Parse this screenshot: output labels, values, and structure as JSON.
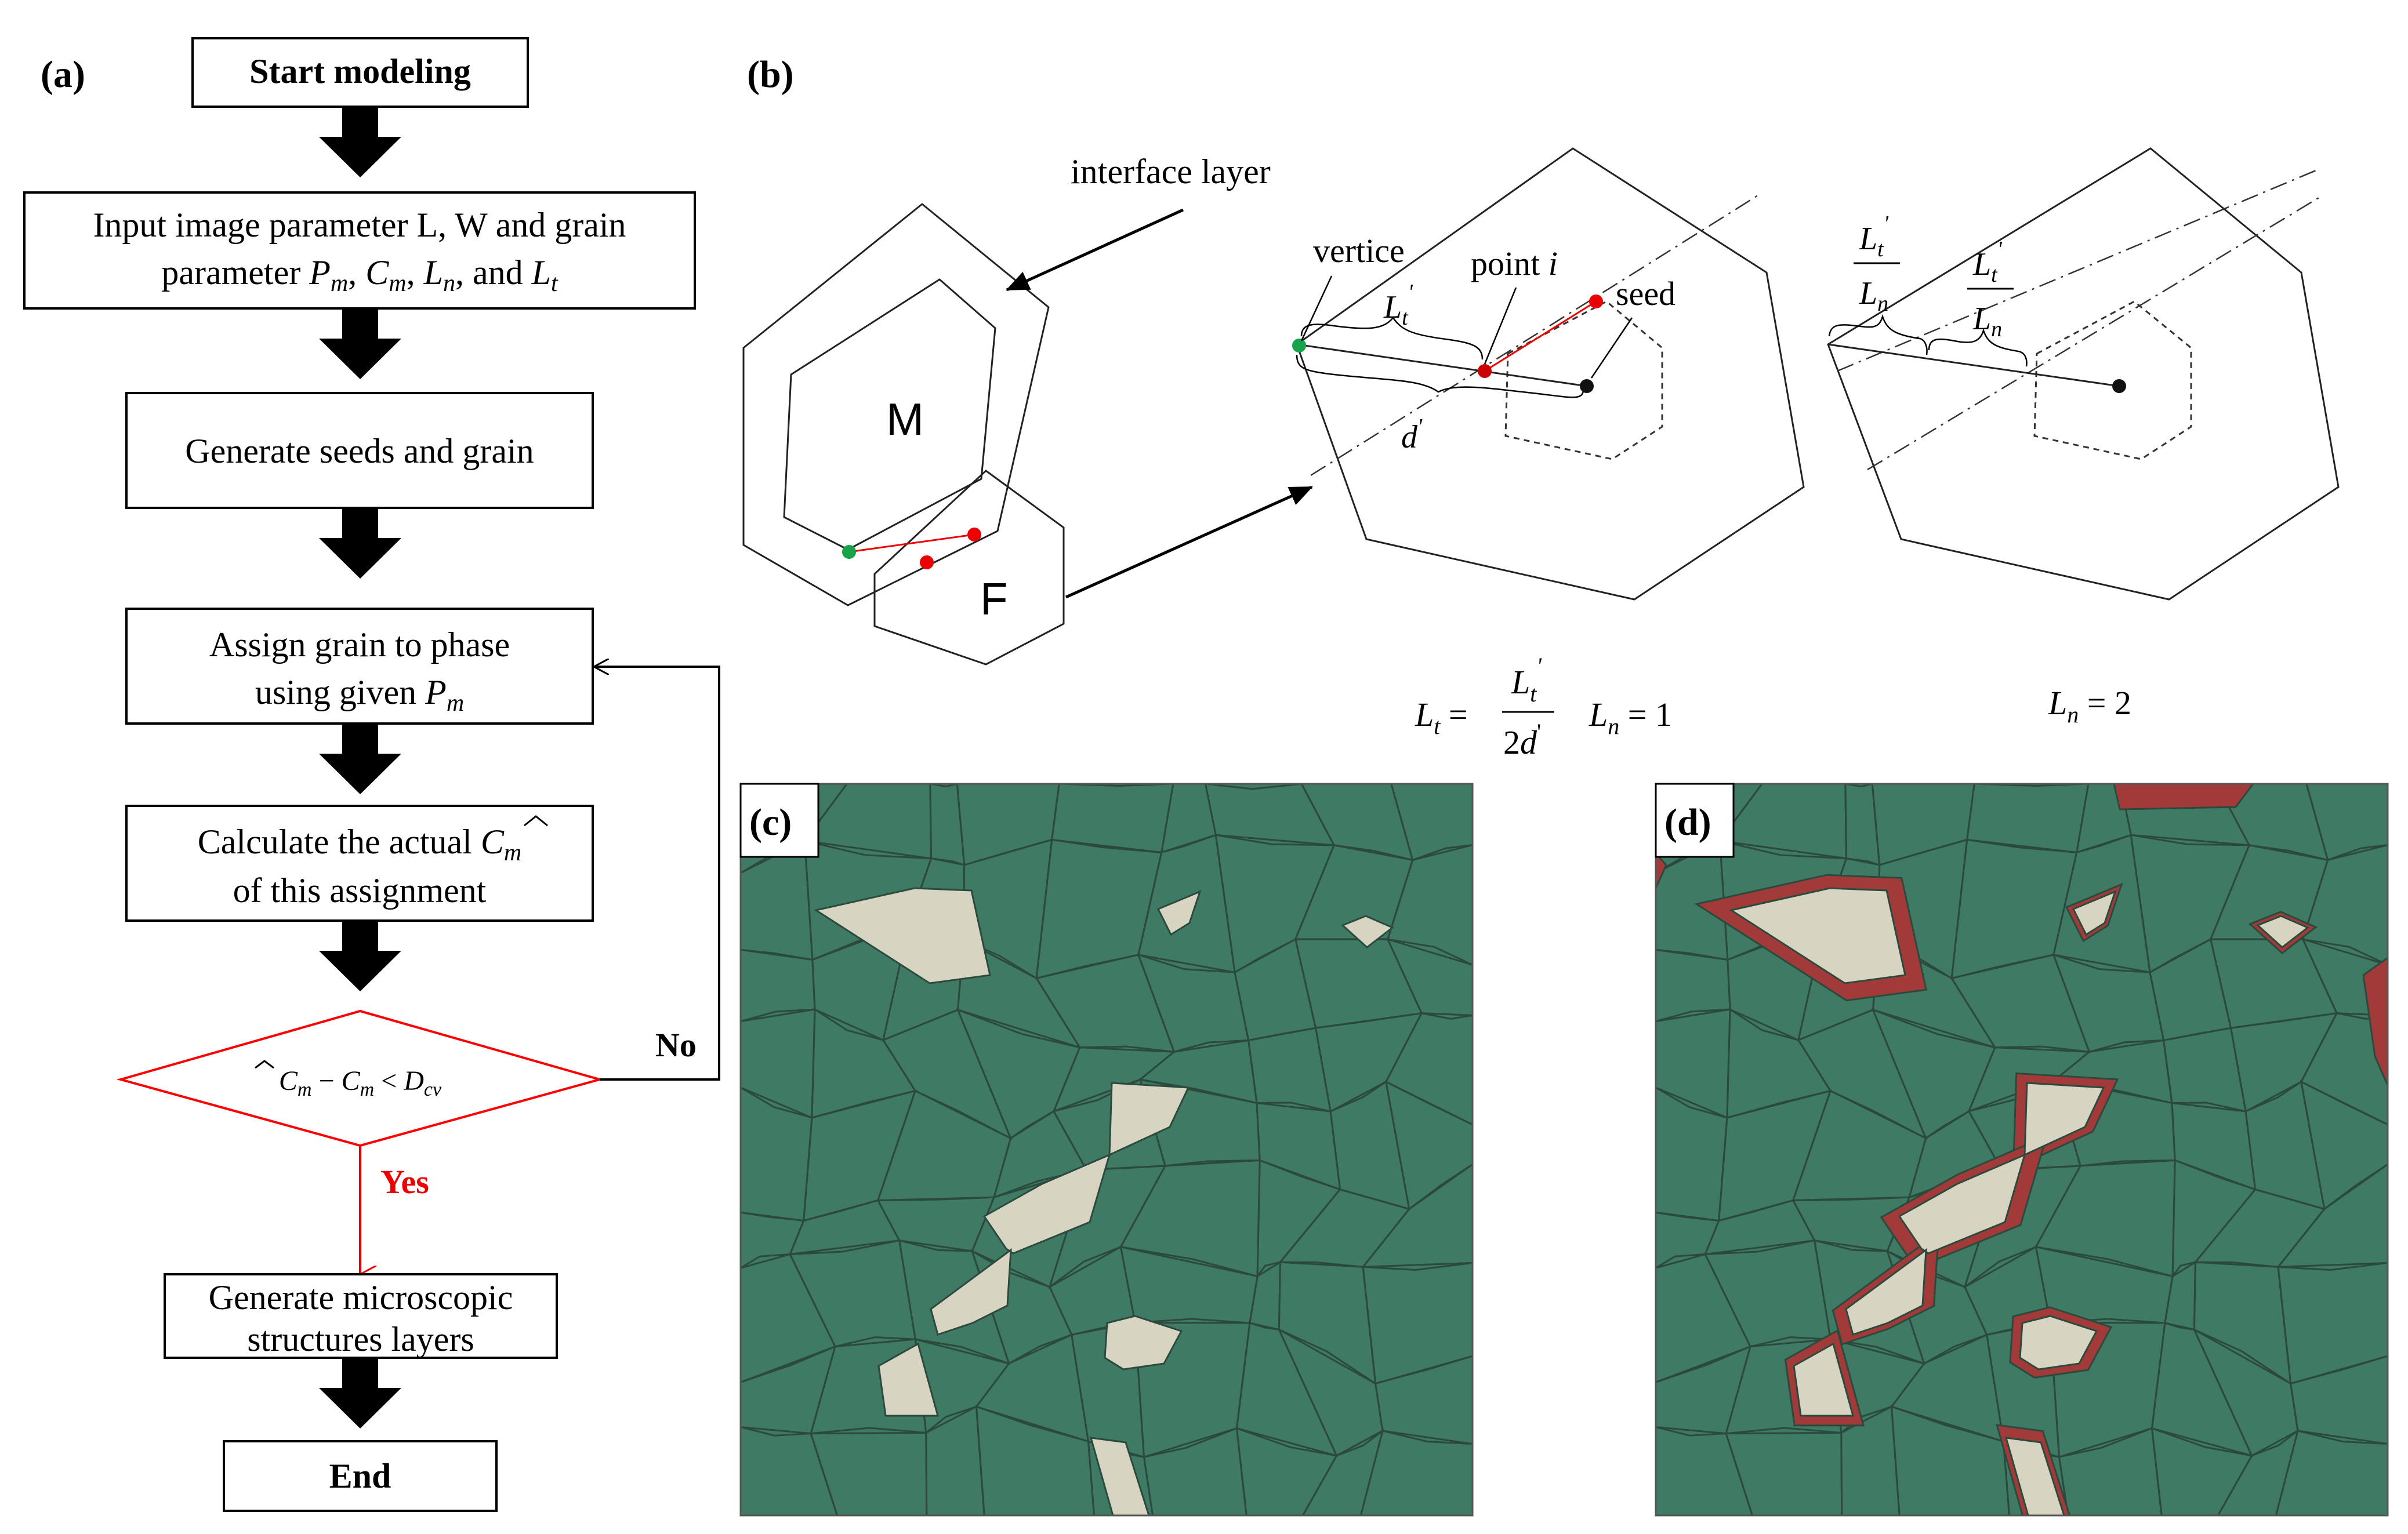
{
  "panel_labels": {
    "a": "(a)",
    "b": "(b)",
    "c": "(c)",
    "d": "(d)"
  },
  "flowchart": {
    "start": "Start modeling",
    "input_line1": "Input image parameter L, W and grain",
    "input_line2_prefix": "parameter ",
    "input_line2_suffix": ", and ",
    "generate_seeds": "Generate seeds and grain",
    "assign_line1": "Assign grain to phase",
    "assign_line2": "using given ",
    "calc_line1": "Calculate the actual ",
    "calc_line2": "of this assignment",
    "no_label": "No",
    "yes_label": "Yes",
    "generate_micro_line1": "Generate microscopic",
    "generate_micro_line2": "structures layers",
    "end": "End"
  },
  "schematic": {
    "interface_layer": "interface layer",
    "grain_m": "M",
    "grain_f": "F",
    "vertice": "vertice",
    "point_i": "point ",
    "point_i_var": "i",
    "seed": "seed",
    "eq_left_ln": "= 1",
    "eq_right_ln": "= 2"
  },
  "colors": {
    "matrix_grain": "#3f7a64",
    "second_phase": "#d8d4c2",
    "interface": "#a23a3a",
    "grain_boundary": "#2b4a3d",
    "decision_border": "#ff0000",
    "vertex_point": "#16a34a",
    "point_i": "#ff0000",
    "seed_point": "#000000"
  }
}
